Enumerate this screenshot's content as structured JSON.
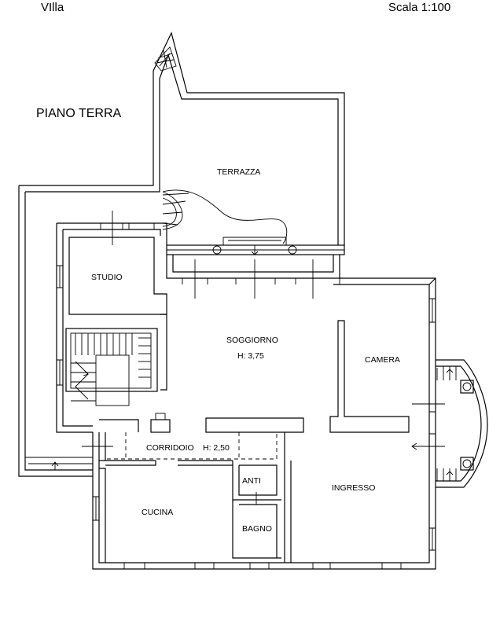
{
  "header": {
    "project": "VIlla",
    "scale": "Scala 1:100"
  },
  "floor_title": "PIANO TERRA",
  "rooms": {
    "terrazza": "TERRAZZA",
    "studio": "STUDIO",
    "soggiorno": "SOGGIORNO",
    "soggiorno_height": "H: 3,75",
    "camera": "CAMERA",
    "corridoio": "CORRIDOIO",
    "corridoio_height": "H: 2,50",
    "anti": "ANTI",
    "cucina": "CUCINA",
    "bagno": "BAGNO",
    "ingresso": "INGRESSO"
  }
}
